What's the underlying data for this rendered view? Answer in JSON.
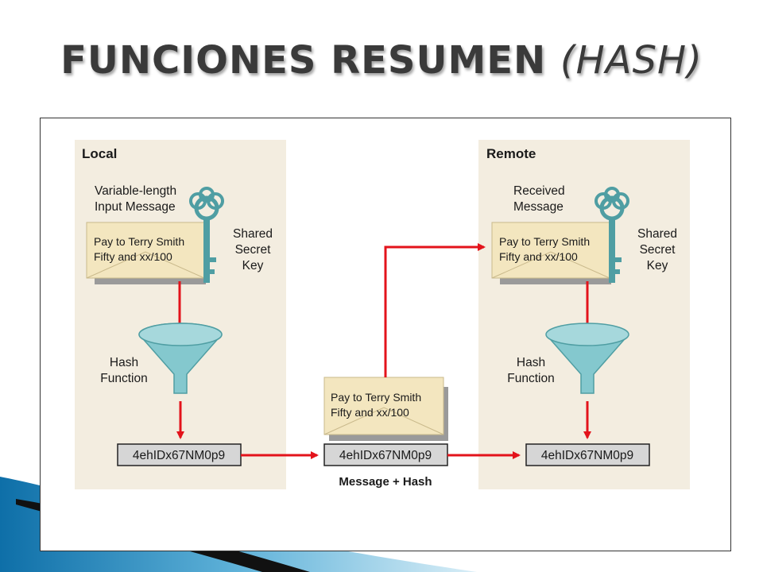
{
  "title": {
    "main": "FUNCIONES RESUMEN",
    "sub": "(HASH)"
  },
  "colors": {
    "panel_bg": "#f3ede0",
    "envelope": "#f3e6bf",
    "arrow": "#e3131b",
    "funnel": "#84c8ce",
    "key": "#4f9ea3",
    "hash_box": "#d6d6d6"
  },
  "local": {
    "heading": "Local",
    "message_label_line1": "Variable-length",
    "message_label_line2": "Input Message",
    "envelope_line1": "Pay to Terry Smith",
    "envelope_line2": "Fifty and xx/100",
    "key_label_line1": "Shared",
    "key_label_line2": "Secret",
    "key_label_line3": "Key",
    "hash_label_line1": "Hash",
    "hash_label_line2": "Function",
    "hash_value": "4ehIDx67NM0p9"
  },
  "middle": {
    "envelope_line1": "Pay to Terry Smith",
    "envelope_line2": "Fifty and xx/100",
    "hash_value": "4ehIDx67NM0p9",
    "caption": "Message + Hash"
  },
  "remote": {
    "heading": "Remote",
    "message_label_line1": "Received",
    "message_label_line2": "Message",
    "envelope_line1": "Pay to Terry Smith",
    "envelope_line2": "Fifty and xx/100",
    "key_label_line1": "Shared",
    "key_label_line2": "Secret",
    "key_label_line3": "Key",
    "hash_label_line1": "Hash",
    "hash_label_line2": "Function",
    "hash_value": "4ehIDx67NM0p9"
  }
}
